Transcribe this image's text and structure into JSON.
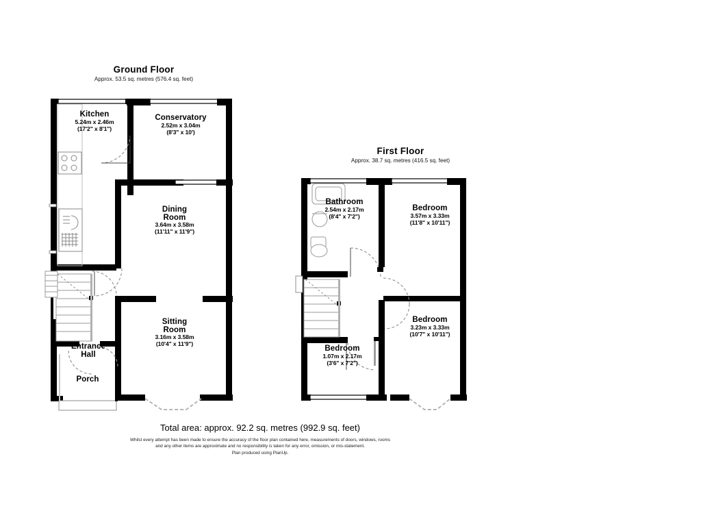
{
  "document": {
    "type": "floor-plan",
    "title": "Residential Floor Plan"
  },
  "floors": [
    {
      "id": "ground",
      "title": "Ground Floor",
      "subtitle": "Approx. 53.5 sq. metres (576.4 sq. feet)",
      "rooms": [
        {
          "id": "kitchen",
          "name": "Kitchen",
          "metric": "5.24m x 2.46m",
          "imperial": "(17'2\" x 8'1\")"
        },
        {
          "id": "conservatory",
          "name": "Conservatory",
          "metric": "2.52m x 3.04m",
          "imperial": "(8'3\" x 10')"
        },
        {
          "id": "dining-room",
          "name": "Dining",
          "name2": "Room",
          "metric": "3.64m x 3.58m",
          "imperial": "(11'11\" x 11'9\")"
        },
        {
          "id": "sitting-room",
          "name": "Sitting",
          "name2": "Room",
          "metric": "3.16m x 3.58m",
          "imperial": "(10'4\" x 11'9\")"
        },
        {
          "id": "entrance-hall",
          "name": "Entrance",
          "name2": "Hall",
          "metric": "",
          "imperial": ""
        },
        {
          "id": "porch",
          "name": "Porch",
          "metric": "",
          "imperial": ""
        }
      ]
    },
    {
      "id": "first",
      "title": "First Floor",
      "subtitle": "Approx. 38.7 sq. metres (416.5 sq. feet)",
      "rooms": [
        {
          "id": "bathroom",
          "name": "Bathroom",
          "metric": "2.54m x 2.17m",
          "imperial": "(8'4\" x 7'2\")"
        },
        {
          "id": "bedroom-1",
          "name": "Bedroom",
          "metric": "3.57m x 3.33m",
          "imperial": "(11'8\" x 10'11\")"
        },
        {
          "id": "bedroom-2",
          "name": "Bedroom",
          "metric": "3.23m x 3.33m",
          "imperial": "(10'7\" x 10'11\")"
        },
        {
          "id": "bedroom-3",
          "name": "Bedroom",
          "metric": "1.07m x 2.17m",
          "imperial": "(3'6\" x 7'2\")"
        }
      ]
    }
  ],
  "footer": {
    "total_area": "Total area: approx. 92.2 sq. metres (992.9 sq. feet)",
    "disclaimer_line1": "Whilst every attempt has been made to ensure the accuracy of the floor plan contained here, measurements of doors, windows, rooms",
    "disclaimer_line2": "and any other items are approximate and no responsibility is taken for any error, omission, or mis-statement.",
    "disclaimer_line3": "Plan produced using PlanUp."
  },
  "colors": {
    "wall": "#000000",
    "background": "#ffffff",
    "text": "#000000",
    "fixture_line": "#9a9a9a"
  }
}
